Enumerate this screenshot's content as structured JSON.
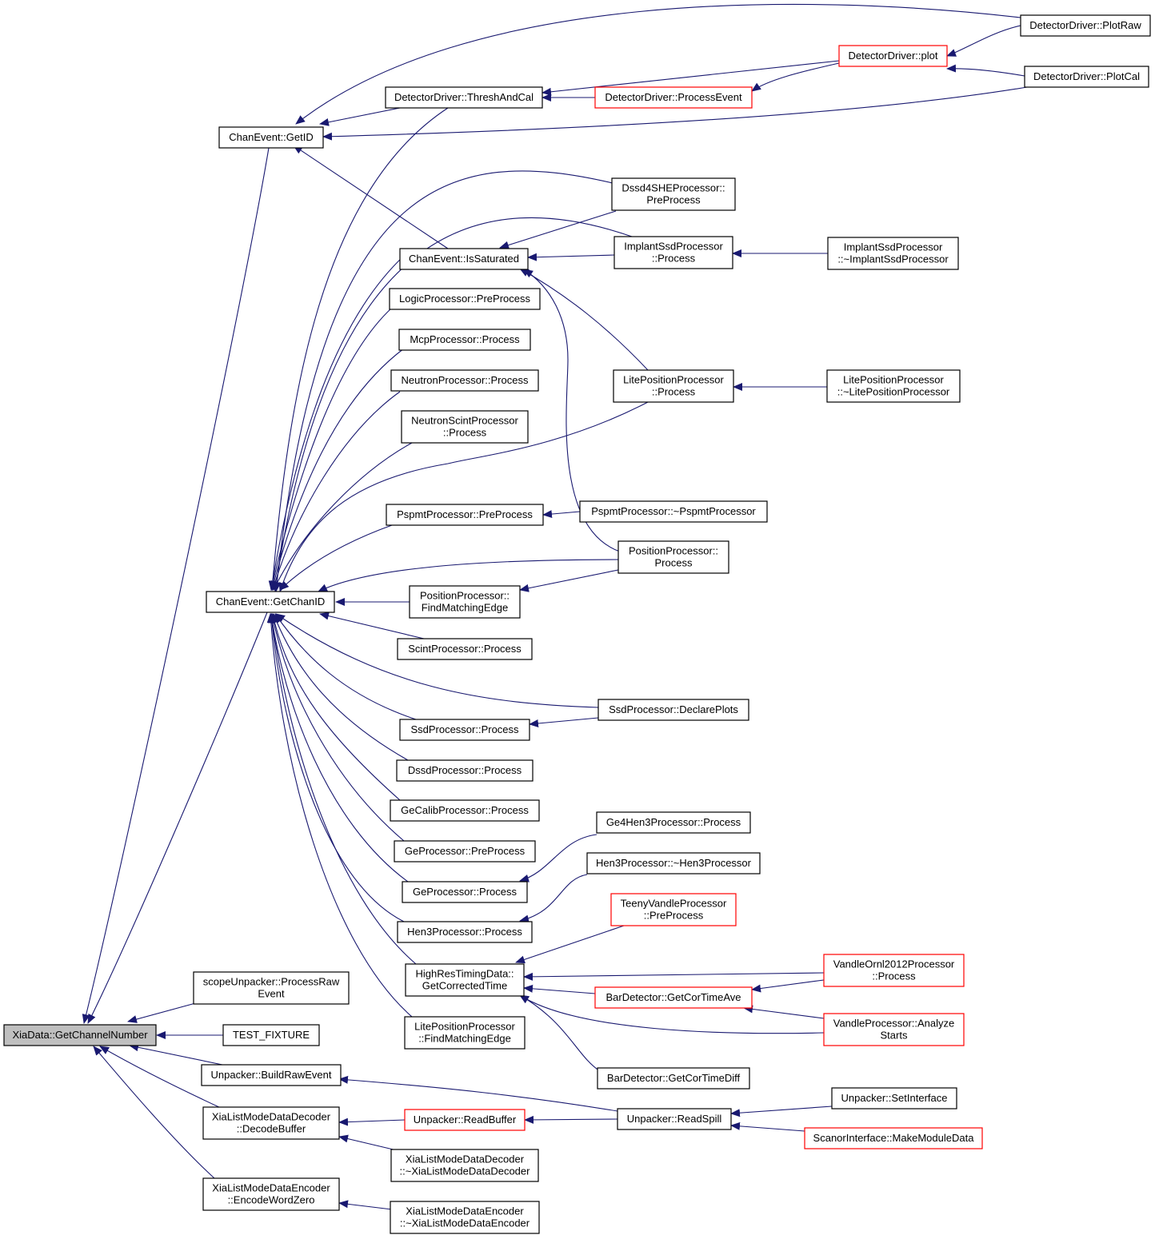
{
  "graph": {
    "nodes": [
      {
        "id": "n1",
        "lines": [
          "XiaData::GetChannelNumber"
        ],
        "style": "root"
      },
      {
        "id": "n2",
        "lines": [
          "ChanEvent::GetID"
        ]
      },
      {
        "id": "n3",
        "lines": [
          "ChanEvent::GetChanID"
        ]
      },
      {
        "id": "n4",
        "lines": [
          "scopeUnpacker::ProcessRaw",
          "Event"
        ]
      },
      {
        "id": "n5",
        "lines": [
          "TEST_FIXTURE"
        ]
      },
      {
        "id": "n6",
        "lines": [
          "Unpacker::BuildRawEvent"
        ]
      },
      {
        "id": "n7",
        "lines": [
          "XiaListModeDataDecoder",
          "::DecodeBuffer"
        ]
      },
      {
        "id": "n8",
        "lines": [
          "XiaListModeDataEncoder",
          "::EncodeWordZero"
        ]
      },
      {
        "id": "n9",
        "lines": [
          "DetectorDriver::ThreshAndCal"
        ]
      },
      {
        "id": "n10",
        "lines": [
          "ChanEvent::IsSaturated"
        ]
      },
      {
        "id": "n11",
        "lines": [
          "LogicProcessor::PreProcess"
        ]
      },
      {
        "id": "n12",
        "lines": [
          "McpProcessor::Process"
        ]
      },
      {
        "id": "n13",
        "lines": [
          "NeutronProcessor::Process"
        ]
      },
      {
        "id": "n14",
        "lines": [
          "NeutronScintProcessor",
          "::Process"
        ]
      },
      {
        "id": "n15",
        "lines": [
          "PspmtProcessor::PreProcess"
        ]
      },
      {
        "id": "n16",
        "lines": [
          "PositionProcessor::",
          "FindMatchingEdge"
        ]
      },
      {
        "id": "n17",
        "lines": [
          "ScintProcessor::Process"
        ]
      },
      {
        "id": "n18",
        "lines": [
          "SsdProcessor::Process"
        ]
      },
      {
        "id": "n19",
        "lines": [
          "DssdProcessor::Process"
        ]
      },
      {
        "id": "n20",
        "lines": [
          "GeCalibProcessor::Process"
        ]
      },
      {
        "id": "n21",
        "lines": [
          "GeProcessor::PreProcess"
        ]
      },
      {
        "id": "n22",
        "lines": [
          "GeProcessor::Process"
        ]
      },
      {
        "id": "n23",
        "lines": [
          "Hen3Processor::Process"
        ]
      },
      {
        "id": "n24",
        "lines": [
          "HighResTimingData::",
          "GetCorrectedTime"
        ]
      },
      {
        "id": "n25",
        "lines": [
          "LitePositionProcessor",
          "::FindMatchingEdge"
        ]
      },
      {
        "id": "n26",
        "lines": [
          "Unpacker::ReadBuffer"
        ],
        "style": "red"
      },
      {
        "id": "n27",
        "lines": [
          "XiaListModeDataDecoder",
          "::~XiaListModeDataDecoder"
        ]
      },
      {
        "id": "n28",
        "lines": [
          "XiaListModeDataEncoder",
          "::~XiaListModeDataEncoder"
        ]
      },
      {
        "id": "n29",
        "lines": [
          "DetectorDriver::ProcessEvent"
        ],
        "style": "red"
      },
      {
        "id": "n30",
        "lines": [
          "Dssd4SHEProcessor::",
          "PreProcess"
        ]
      },
      {
        "id": "n31",
        "lines": [
          "ImplantSsdProcessor",
          "::Process"
        ]
      },
      {
        "id": "n32",
        "lines": [
          "LitePositionProcessor",
          "::Process"
        ]
      },
      {
        "id": "n33",
        "lines": [
          "PspmtProcessor::~PspmtProcessor"
        ]
      },
      {
        "id": "n34",
        "lines": [
          "PositionProcessor::",
          "Process"
        ]
      },
      {
        "id": "n35",
        "lines": [
          "SsdProcessor::DeclarePlots"
        ]
      },
      {
        "id": "n36",
        "lines": [
          "Ge4Hen3Processor::Process"
        ]
      },
      {
        "id": "n37",
        "lines": [
          "Hen3Processor::~Hen3Processor"
        ]
      },
      {
        "id": "n38",
        "lines": [
          "TeenyVandleProcessor",
          "::PreProcess"
        ],
        "style": "red"
      },
      {
        "id": "n39",
        "lines": [
          "BarDetector::GetCorTimeAve"
        ],
        "style": "red"
      },
      {
        "id": "n40",
        "lines": [
          "BarDetector::GetCorTimeDiff"
        ]
      },
      {
        "id": "n41",
        "lines": [
          "Unpacker::ReadSpill"
        ]
      },
      {
        "id": "n42",
        "lines": [
          "DetectorDriver::plot"
        ],
        "style": "red"
      },
      {
        "id": "n43",
        "lines": [
          "ImplantSsdProcessor",
          "::~ImplantSsdProcessor"
        ]
      },
      {
        "id": "n44",
        "lines": [
          "LitePositionProcessor",
          "::~LitePositionProcessor"
        ]
      },
      {
        "id": "n45",
        "lines": [
          "VandleOrnl2012Processor",
          "::Process"
        ],
        "style": "red"
      },
      {
        "id": "n46",
        "lines": [
          "VandleProcessor::Analyze",
          "Starts"
        ],
        "style": "red"
      },
      {
        "id": "n47",
        "lines": [
          "Unpacker::SetInterface"
        ]
      },
      {
        "id": "n48",
        "lines": [
          "ScanorInterface::MakeModuleData"
        ],
        "style": "red"
      },
      {
        "id": "n49",
        "lines": [
          "DetectorDriver::PlotRaw"
        ]
      },
      {
        "id": "n50",
        "lines": [
          "DetectorDriver::PlotCal"
        ]
      }
    ],
    "edges": [
      [
        "n2",
        "n1"
      ],
      [
        "n3",
        "n1"
      ],
      [
        "n4",
        "n1"
      ],
      [
        "n5",
        "n1"
      ],
      [
        "n6",
        "n1"
      ],
      [
        "n7",
        "n1"
      ],
      [
        "n8",
        "n1"
      ],
      [
        "n9",
        "n2"
      ],
      [
        "n10",
        "n2"
      ],
      [
        "n49",
        "n2"
      ],
      [
        "n50",
        "n2"
      ],
      [
        "n9",
        "n3"
      ],
      [
        "n10",
        "n3"
      ],
      [
        "n11",
        "n3"
      ],
      [
        "n12",
        "n3"
      ],
      [
        "n13",
        "n3"
      ],
      [
        "n14",
        "n3"
      ],
      [
        "n15",
        "n3"
      ],
      [
        "n16",
        "n3"
      ],
      [
        "n17",
        "n3"
      ],
      [
        "n18",
        "n3"
      ],
      [
        "n19",
        "n3"
      ],
      [
        "n20",
        "n3"
      ],
      [
        "n21",
        "n3"
      ],
      [
        "n22",
        "n3"
      ],
      [
        "n23",
        "n3"
      ],
      [
        "n24",
        "n3"
      ],
      [
        "n25",
        "n3"
      ],
      [
        "n30",
        "n3"
      ],
      [
        "n31",
        "n3"
      ],
      [
        "n32",
        "n3"
      ],
      [
        "n34",
        "n3"
      ],
      [
        "n35",
        "n3"
      ],
      [
        "n26",
        "n7"
      ],
      [
        "n27",
        "n7"
      ],
      [
        "n28",
        "n8"
      ],
      [
        "n41",
        "n6"
      ],
      [
        "n41",
        "n26"
      ],
      [
        "n29",
        "n9"
      ],
      [
        "n42",
        "n9"
      ],
      [
        "n42",
        "n29"
      ],
      [
        "n49",
        "n42"
      ],
      [
        "n50",
        "n42"
      ],
      [
        "n30",
        "n10"
      ],
      [
        "n31",
        "n10"
      ],
      [
        "n32",
        "n10"
      ],
      [
        "n34",
        "n10"
      ],
      [
        "n43",
        "n31"
      ],
      [
        "n44",
        "n32"
      ],
      [
        "n33",
        "n15"
      ],
      [
        "n34",
        "n16"
      ],
      [
        "n35",
        "n18"
      ],
      [
        "n36",
        "n22"
      ],
      [
        "n37",
        "n23"
      ],
      [
        "n38",
        "n24"
      ],
      [
        "n39",
        "n24"
      ],
      [
        "n40",
        "n24"
      ],
      [
        "n45",
        "n24"
      ],
      [
        "n46",
        "n24"
      ],
      [
        "n45",
        "n39"
      ],
      [
        "n46",
        "n39"
      ],
      [
        "n47",
        "n41"
      ],
      [
        "n48",
        "n41"
      ]
    ]
  }
}
